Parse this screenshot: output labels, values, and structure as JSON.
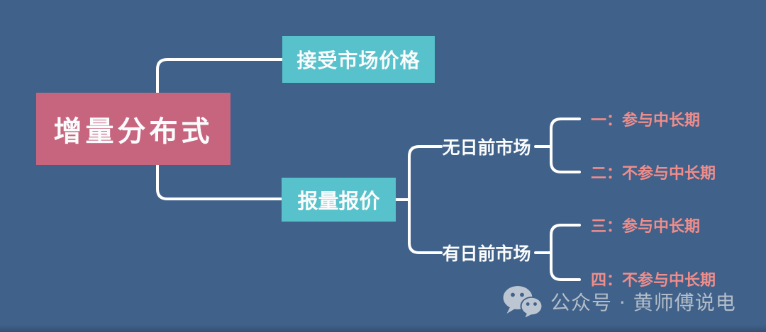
{
  "mindmap": {
    "root": {
      "label": "增量分布式"
    },
    "branches": [
      {
        "label": "接受市场价格"
      },
      {
        "label": "报量报价",
        "children": [
          {
            "label": "无日前市场",
            "children": [
              {
                "label": "一：参与中长期"
              },
              {
                "label": "二：不参与中长期"
              }
            ]
          },
          {
            "label": "有日前市场",
            "children": [
              {
                "label": "三：参与中长期"
              },
              {
                "label": "四：不参与中长期"
              }
            ]
          }
        ]
      }
    ]
  },
  "watermark": {
    "icon": "wechat-icon",
    "text": "公众号 · 黄师傅说电"
  },
  "colors": {
    "background": "#406189",
    "root_node": "#C7657F",
    "branch_node": "#57C2CB",
    "node_text": "#FAFBFC",
    "leaf_text": "#F08D8B",
    "connector_line": "#FFFFFF",
    "watermark": "#B3BDC9"
  }
}
